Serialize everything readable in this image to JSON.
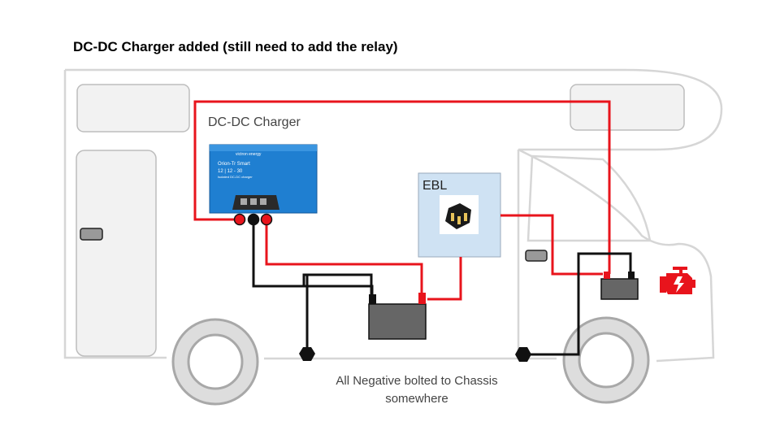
{
  "title": "DC-DC Charger added (still need to add the relay)",
  "labels": {
    "charger": "DC-DC Charger",
    "ebl": "EBL",
    "chassis_line1": "All Negative bolted to Chassis",
    "chassis_line2": "somewhere"
  },
  "device": {
    "brand": "victron energy",
    "model": "Orion-Tr Smart",
    "rating": "12 | 12 - 30",
    "subtitle": "Isolated DC-DC charger"
  },
  "colors": {
    "positive_wire": "#e8141c",
    "negative_wire": "#111111",
    "van_outline": "#d6d6d6",
    "ebl_box": "#cfe2f3",
    "battery": "#666666",
    "charger_blue": "#1f7fd1",
    "engine_icon": "#e8141c"
  },
  "icons": [
    "engine-warning-icon",
    "relay-icon"
  ]
}
